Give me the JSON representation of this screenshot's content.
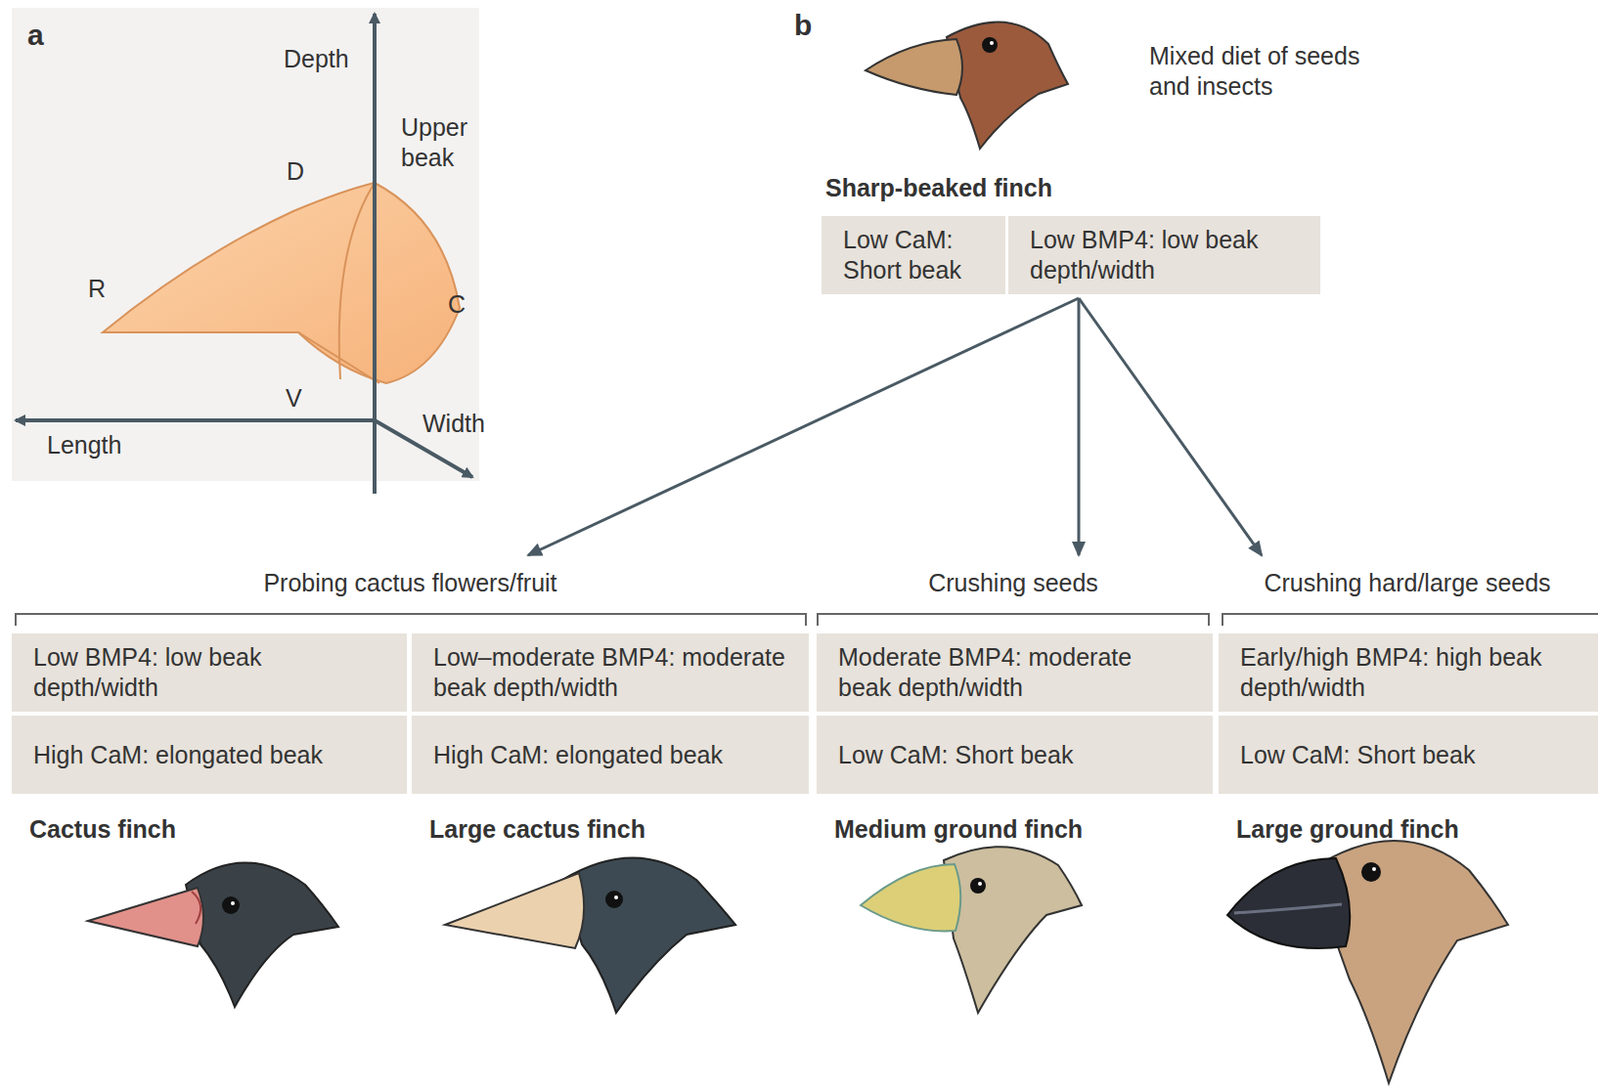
{
  "diagram": {
    "nodes": [
      {
        "text": [
          "Sharp-beaked finch",
          "Low CaM: Short beak",
          "Low BMP4: low beak depth/width"
        ]
      },
      {
        "text": [
          "Probing cactus flowers/fruit"
        ]
      },
      {
        "text": [
          "Low BMP4: low beak depth/width",
          "High CaM: elongated beak",
          "Cactus finch"
        ],
        "in": 1
      },
      {
        "text": [
          "Low–moderate BMP4: moderate beak depth/width",
          "High CaM: elongated beak",
          "Large cactus finch"
        ],
        "in": 1
      },
      {
        "text": [
          "Crushing seeds"
        ]
      },
      {
        "text": [
          "Moderate BMP4: moderate beak depth/width",
          "Low CaM: Short beak",
          "Medium ground finch"
        ],
        "in": 4
      },
      {
        "text": [
          "Crushing hard/large seeds"
        ]
      },
      {
        "text": [
          "Early/high BMP4: high beak depth/width",
          "Low CaM: Short beak",
          "Large ground finch"
        ],
        "in": 6
      }
    ],
    "edges": [
      {
        "from": 0,
        "to": 1,
        "arrow": "to"
      },
      {
        "from": 0,
        "to": 4,
        "arrow": "to"
      },
      {
        "from": 0,
        "to": 6,
        "arrow": "to"
      }
    ],
    "labels": [
      "a",
      "b",
      "Depth",
      "Upper beak",
      "D",
      "R",
      "C",
      "V",
      "Length",
      "Width",
      "Mixed diet of seeds and insects"
    ]
  }
}
